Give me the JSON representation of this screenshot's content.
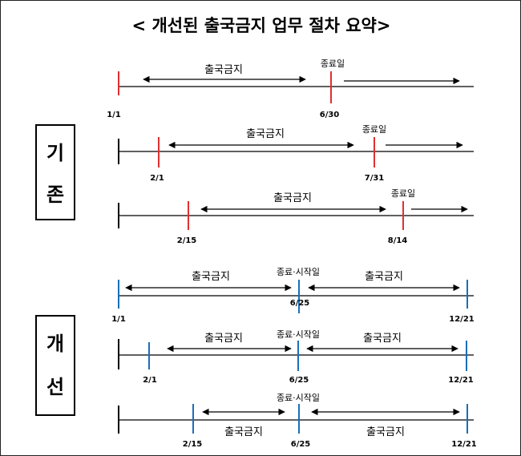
{
  "title": "< 개선된 출국금지 업무 절차 요약>",
  "sections": {
    "before": {
      "line1": "기",
      "line2": "존"
    },
    "after": {
      "line1": "개",
      "line2": "선"
    }
  },
  "labels": {
    "ban": "출국금지",
    "end": "종료일",
    "end_start": "종료·시작일"
  },
  "before_rows": [
    {
      "start": "1/1",
      "end": "6/30"
    },
    {
      "start": "2/1",
      "end": "7/31"
    },
    {
      "start": "2/15",
      "end": "8/14"
    }
  ],
  "after_rows": [
    {
      "start": "1/1",
      "mid": "6/25",
      "end": "12/21"
    },
    {
      "start": "2/1",
      "mid": "6/25",
      "end": "12/21"
    },
    {
      "start": "2/15",
      "mid": "6/25",
      "end": "12/21"
    }
  ],
  "colors": {
    "red_marker": "#e03030",
    "blue_marker": "#1a6fb8",
    "line": "#000000"
  }
}
